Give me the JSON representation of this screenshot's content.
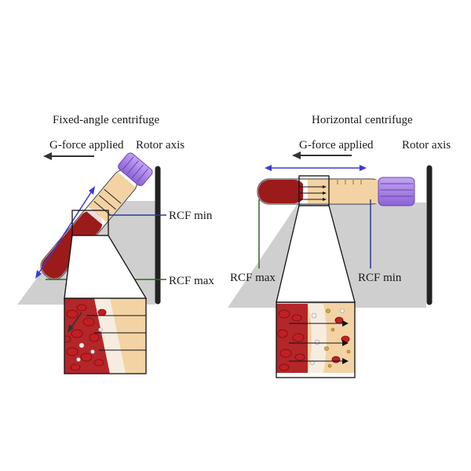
{
  "panels": {
    "fixed": {
      "title": "Fixed-angle centrifuge",
      "gforce_label": "G-force applied",
      "rotor_label": "Rotor axis",
      "rcf_min_label": "RCF min",
      "rcf_max_label": "RCF max"
    },
    "horizontal": {
      "title": "Horizontal centrifuge",
      "gforce_label": "G-force applied",
      "rotor_label": "Rotor axis",
      "rcf_min_label": "RCF min",
      "rcf_max_label": "RCF max"
    }
  },
  "colors": {
    "blood": "#9b1b1b",
    "blood_dark": "#6e0f0f",
    "plasma": "#f3d3a3",
    "cap": "#a67ee6",
    "cap_dark": "#7f55c9",
    "shadow_floor": "#cfcfcf",
    "rotor": "#222222",
    "min_line": "#2b3a8f",
    "max_line": "#2e6b1f",
    "gforce_arrow": "#3b3bd6"
  }
}
